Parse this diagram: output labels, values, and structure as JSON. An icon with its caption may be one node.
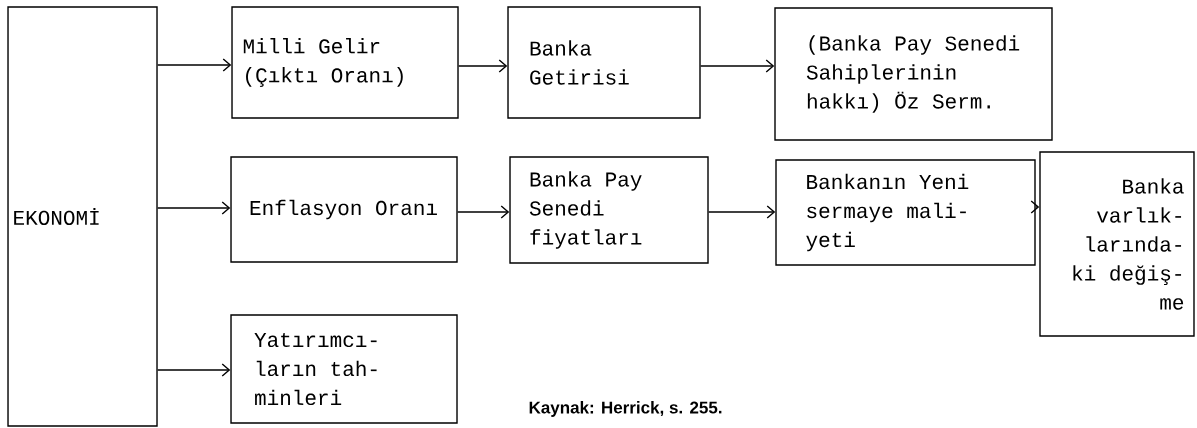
{
  "diagram": {
    "nodes": [
      {
        "text": [
          "EKONOMİ"
        ]
      },
      {
        "text": [
          "Milli Gelir (Çıktı Oranı)"
        ]
      },
      {
        "text": [
          "Banka Getirisi"
        ]
      },
      {
        "text": [
          "(Banka Pay Senedi Sahiplerinin hakkı) Öz Serm."
        ]
      },
      {
        "text": [
          "Enflasyon Oranı"
        ]
      },
      {
        "text": [
          "Banka Pay Senedi fiyatları"
        ]
      },
      {
        "text": [
          "Bankanın Yeni sermaye mali- yeti"
        ]
      },
      {
        "text": [
          "Banka varlık- larında- ki değiş- me"
        ]
      },
      {
        "text": [
          "Yatırımcı- ların tah- minleri"
        ]
      }
    ],
    "edges": [
      {
        "from": 0,
        "to": 1,
        "arrow": "to"
      },
      {
        "from": 1,
        "to": 2,
        "arrow": "to"
      },
      {
        "from": 2,
        "to": 3,
        "arrow": "to"
      },
      {
        "from": 0,
        "to": 4,
        "arrow": "to"
      },
      {
        "from": 4,
        "to": 5,
        "arrow": "to"
      },
      {
        "from": 5,
        "to": 6,
        "arrow": "to"
      },
      {
        "from": 6,
        "to": 7,
        "arrow": "to"
      },
      {
        "from": 0,
        "to": 8,
        "arrow": "to"
      }
    ],
    "labels": [
      "Kaynak: Herrick, s. 255."
    ]
  }
}
